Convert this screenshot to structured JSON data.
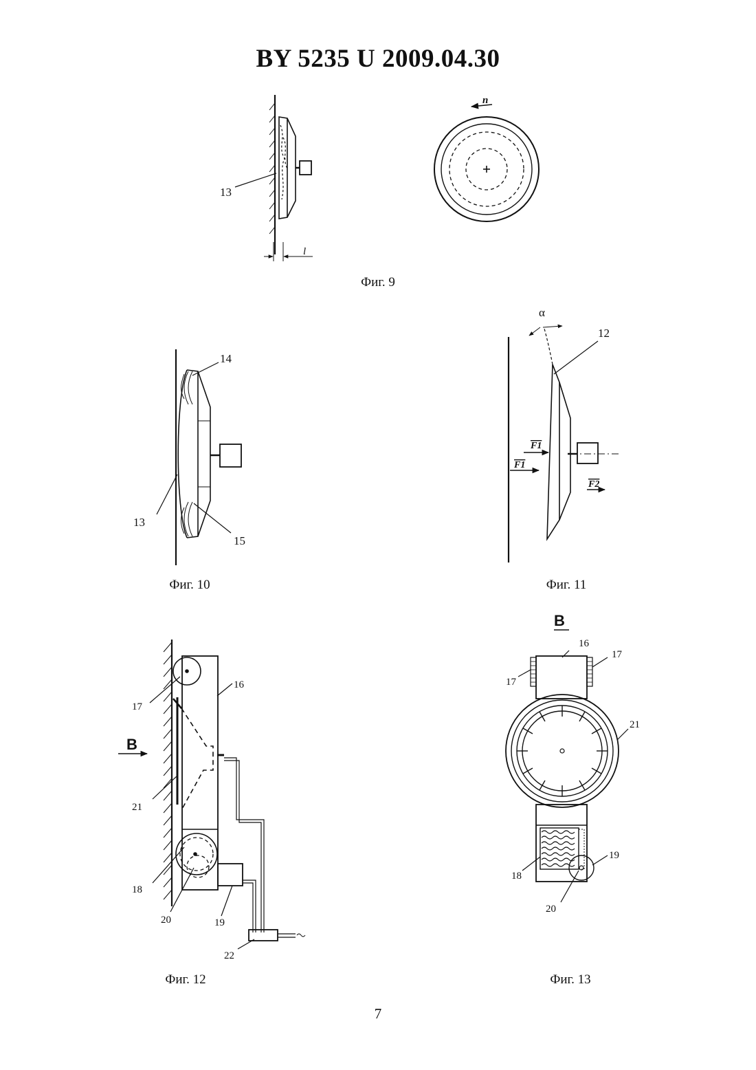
{
  "document": {
    "header": "BY  5235  U  2009.04.30",
    "page_number": "7"
  },
  "figures": {
    "fig9": {
      "caption": "Фиг. 9",
      "labels": {
        "part13": "13",
        "rotation": "n",
        "gap": "l"
      }
    },
    "fig10": {
      "caption": "Фиг. 10",
      "labels": {
        "part14": "14",
        "part13": "13",
        "part15": "15"
      }
    },
    "fig11": {
      "caption": "Фиг. 11",
      "labels": {
        "alpha": "α",
        "part12": "12",
        "force_f1_top": "F1",
        "force_f1_bottom": "F1",
        "force_f2": "F2"
      }
    },
    "fig12": {
      "caption": "Фиг. 12",
      "labels": {
        "view_b": "B",
        "part16": "16",
        "part17": "17",
        "part21": "21",
        "part18": "18",
        "part20": "20",
        "part19": "19",
        "part22": "22"
      }
    },
    "fig13": {
      "caption": "Фиг. 13",
      "labels": {
        "view_b": "B",
        "part16": "16",
        "part17_right": "17",
        "part17_left": "17",
        "part21": "21",
        "part19": "19",
        "part18": "18",
        "part20": "20"
      }
    }
  }
}
